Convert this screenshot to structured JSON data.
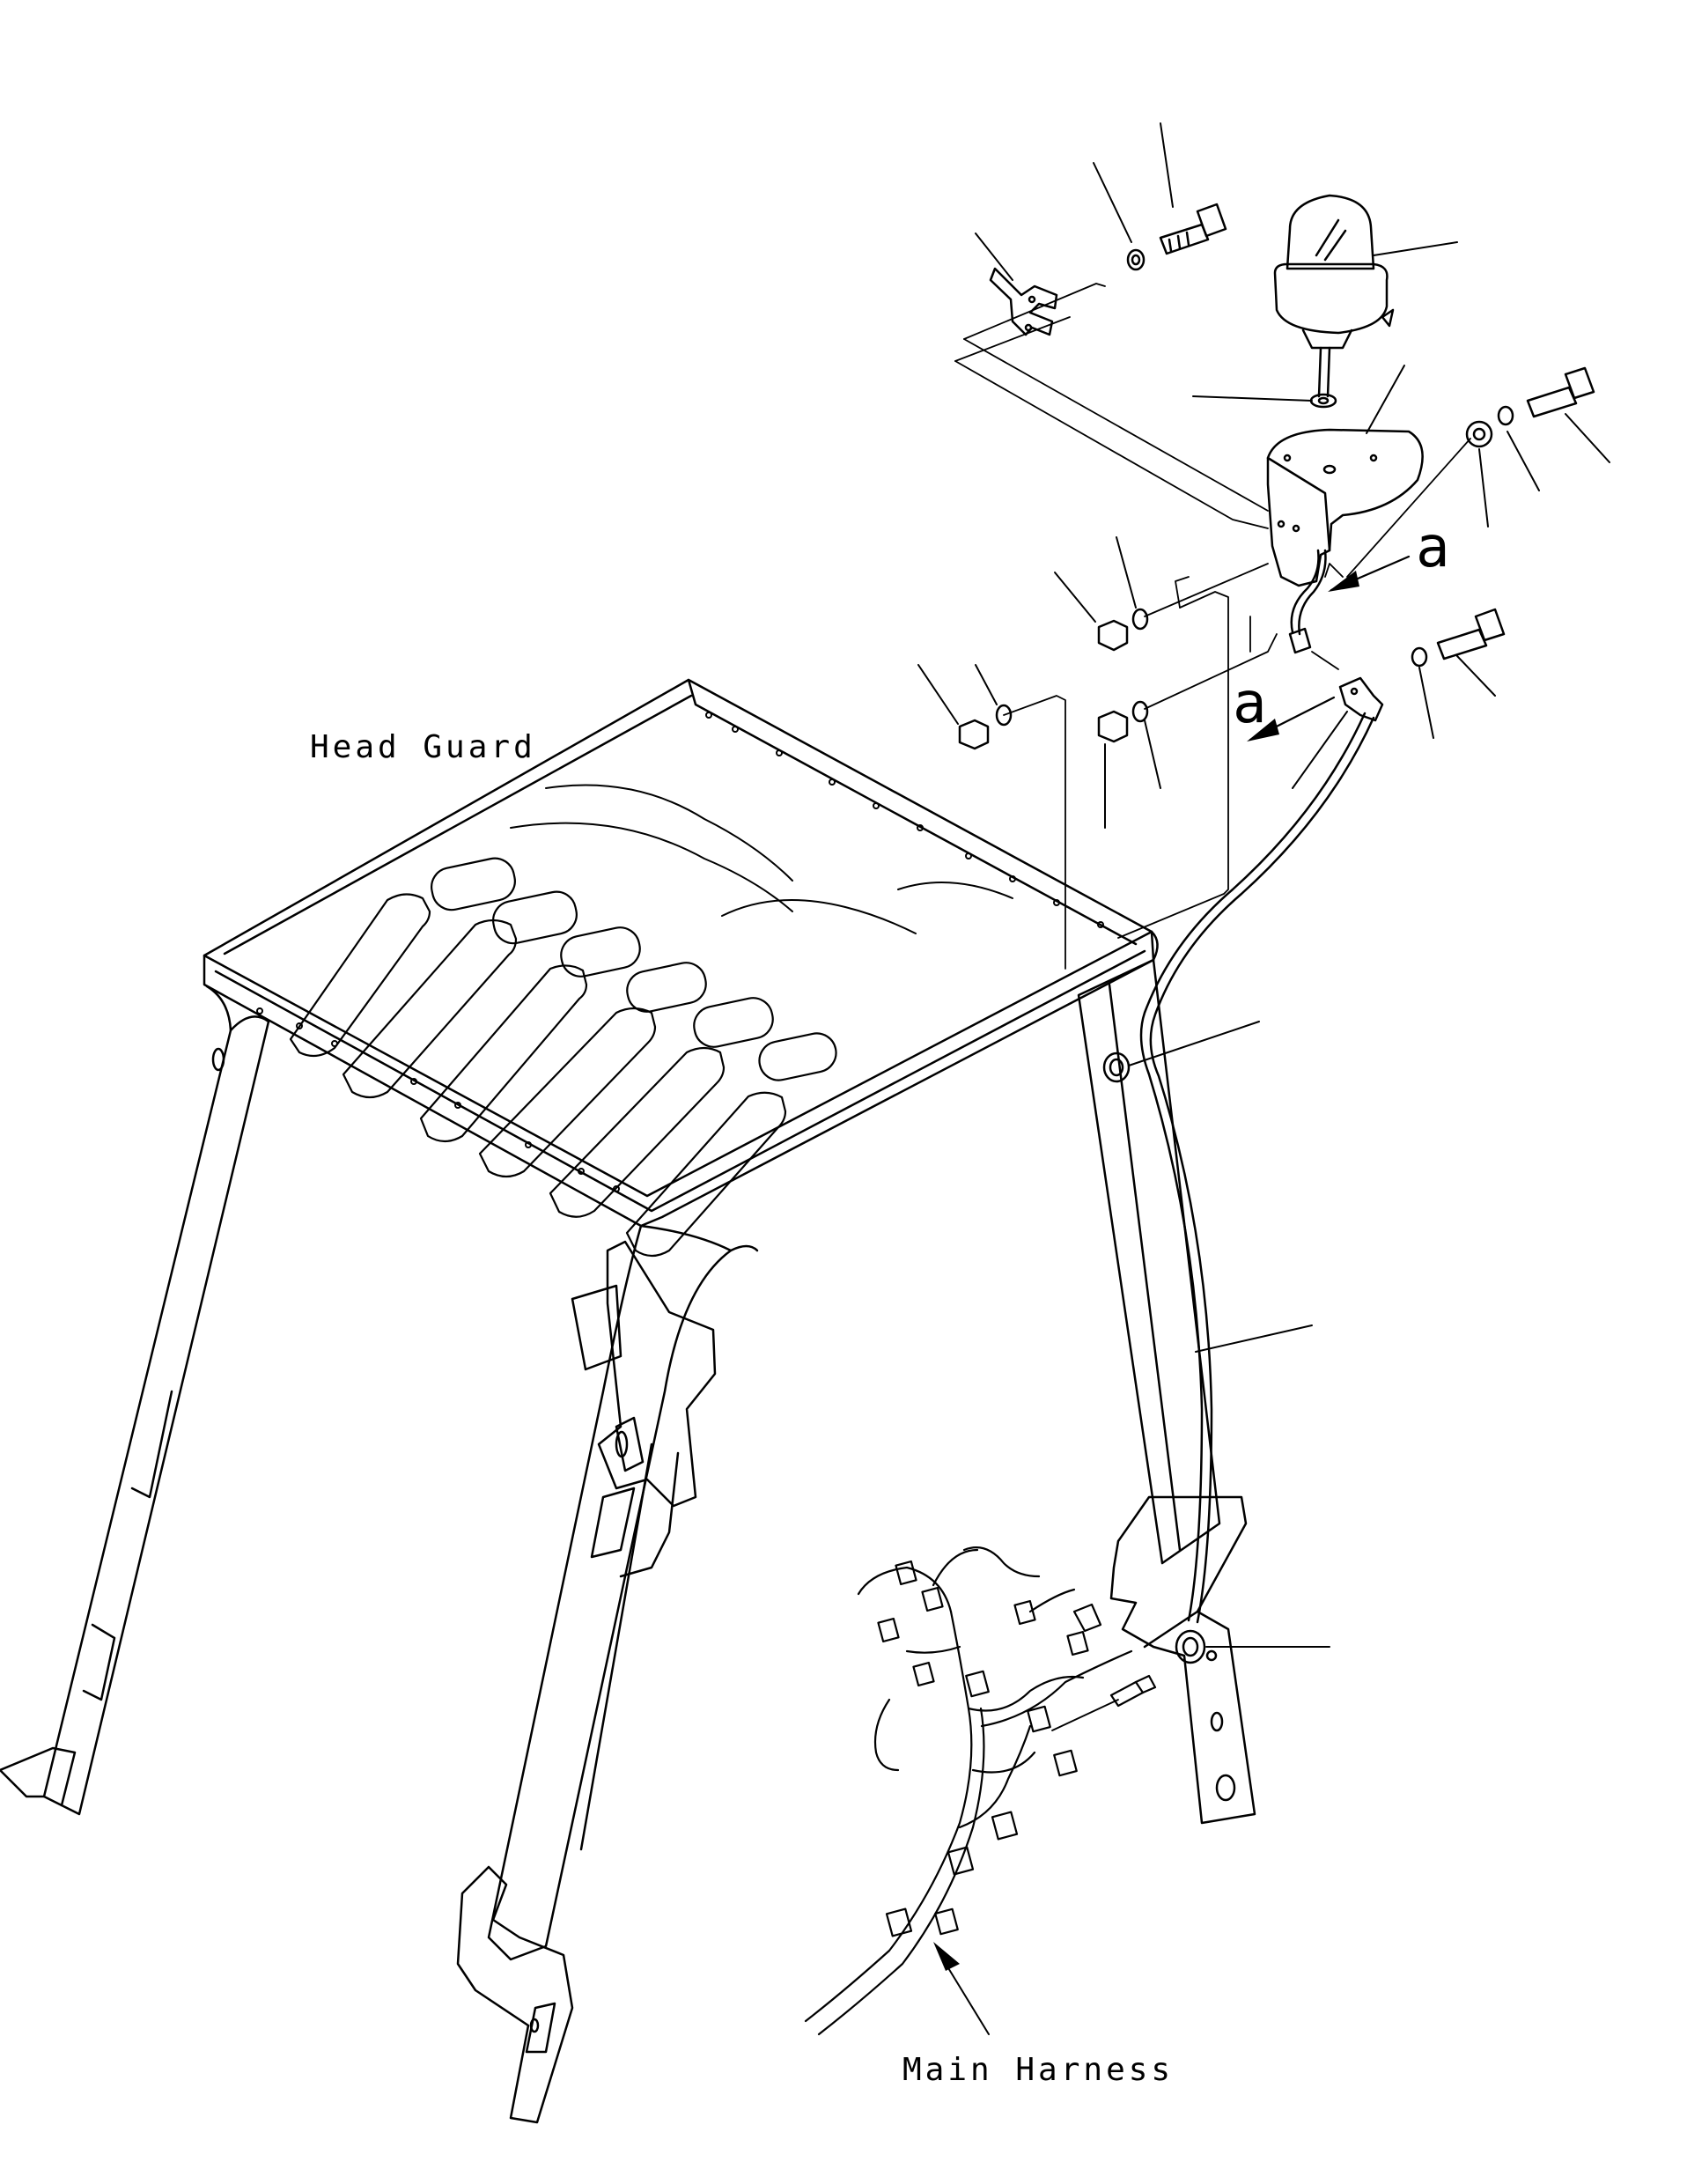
{
  "labels": {
    "head_guard": "Head Guard",
    "main_harness": "Main Harness",
    "view_mark_a": "a"
  },
  "colors": {
    "line": "#000000",
    "background": "#ffffff"
  }
}
